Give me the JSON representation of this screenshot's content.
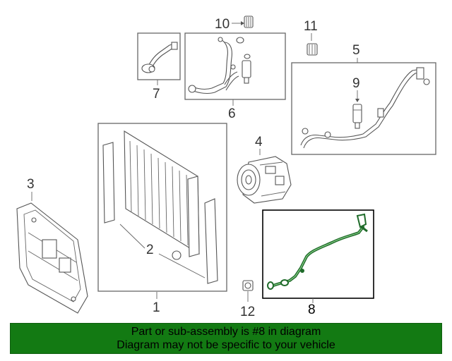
{
  "callouts": {
    "c1": "1",
    "c2": "2",
    "c3": "3",
    "c4": "4",
    "c5": "5",
    "c6": "6",
    "c7": "7",
    "c8": "8",
    "c9": "9",
    "c10": "10",
    "c11": "11",
    "c12": "12"
  },
  "banner": {
    "line1": "Part or sub-assembly is #8 in diagram",
    "line2": "Diagram may not be specific to your vehicle",
    "background": "#137a13"
  },
  "colors": {
    "highlight_hose": "#1f6b2a",
    "line_art": "#555555"
  }
}
